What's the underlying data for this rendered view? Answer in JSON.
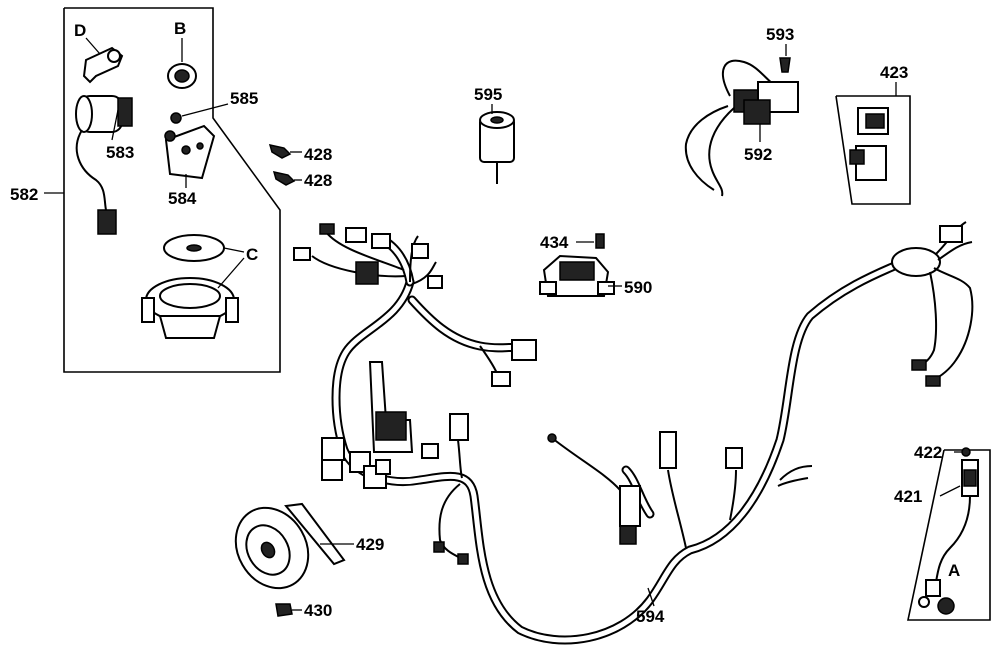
{
  "labels": {
    "p582": "582",
    "p583": "583",
    "p584": "584",
    "p585": "585",
    "d": "D",
    "b": "B",
    "c": "C",
    "p428a": "428",
    "p428b": "428",
    "p595": "595",
    "p593": "593",
    "p592": "592",
    "p423": "423",
    "p434": "434",
    "p590": "590",
    "p429": "429",
    "p430": "430",
    "p594": "594",
    "p422": "422",
    "p421": "421",
    "a": "A"
  }
}
